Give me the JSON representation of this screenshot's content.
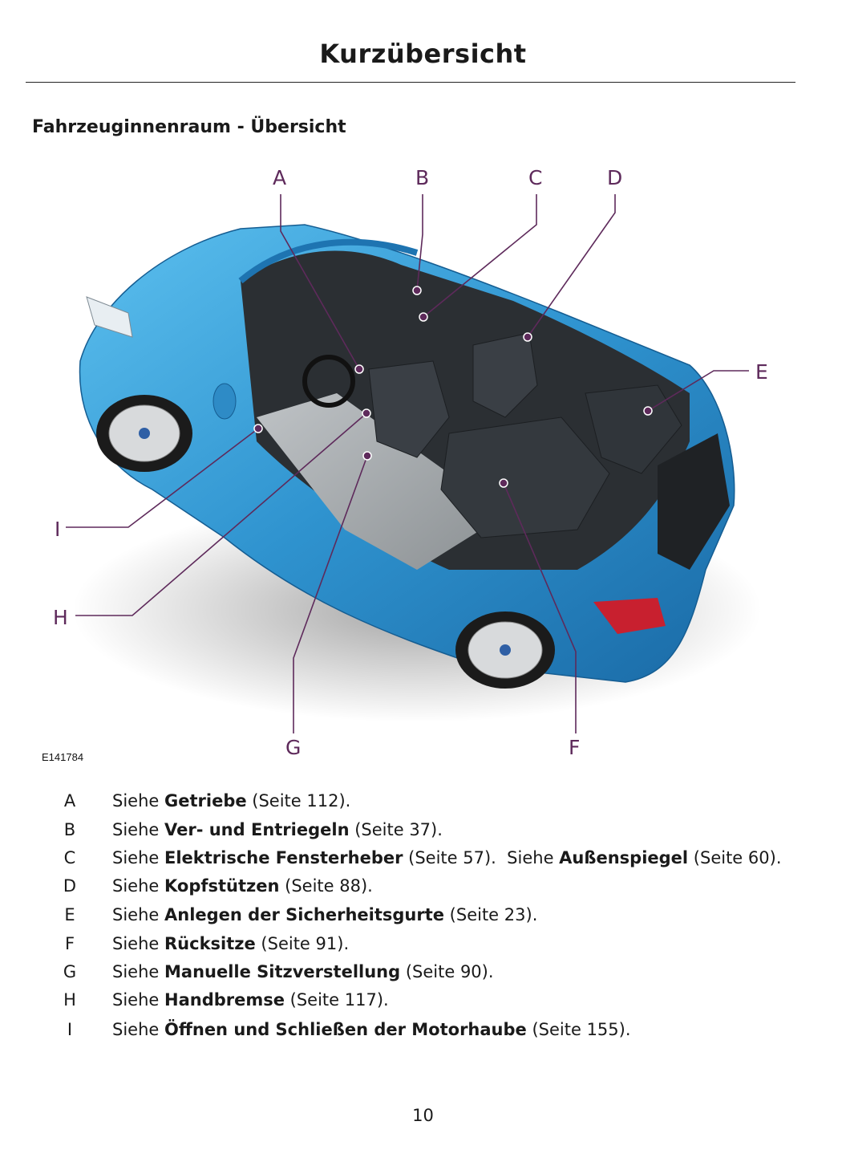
{
  "header": {
    "title": "Kurzübersicht"
  },
  "section": {
    "title": "Fahrzeuginnenraum - Übersicht"
  },
  "figure": {
    "id": "E141784",
    "callouts": [
      "A",
      "B",
      "C",
      "D",
      "E",
      "F",
      "G",
      "H",
      "I"
    ],
    "colors": {
      "car_body": "#3a9fd6",
      "interior": "#2b2f33",
      "leader": "#5e2a5b"
    }
  },
  "legend": [
    {
      "letter": "A",
      "prefix": "Siehe ",
      "topic": "Getriebe",
      "ref": " (Seite 112).",
      "prefix2": "",
      "topic2": "",
      "ref2": ""
    },
    {
      "letter": "B",
      "prefix": "Siehe ",
      "topic": "Ver- und Entriegeln",
      "ref": " (Seite 37).",
      "prefix2": "",
      "topic2": "",
      "ref2": ""
    },
    {
      "letter": "C",
      "prefix": "Siehe ",
      "topic": "Elektrische Fensterheber",
      "ref": " (Seite 57).",
      "prefix2": "  Siehe ",
      "topic2": "Außenspiegel",
      "ref2": " (Seite 60)."
    },
    {
      "letter": "D",
      "prefix": "Siehe ",
      "topic": "Kopfstützen",
      "ref": " (Seite 88).",
      "prefix2": "",
      "topic2": "",
      "ref2": ""
    },
    {
      "letter": "E",
      "prefix": "Siehe ",
      "topic": "Anlegen der Sicherheitsgurte",
      "ref": " (Seite 23).",
      "prefix2": "",
      "topic2": "",
      "ref2": ""
    },
    {
      "letter": "F",
      "prefix": "Siehe ",
      "topic": "Rücksitze",
      "ref": " (Seite 91).",
      "prefix2": "",
      "topic2": "",
      "ref2": ""
    },
    {
      "letter": "G",
      "prefix": "Siehe ",
      "topic": "Manuelle Sitzverstellung",
      "ref": " (Seite 90).",
      "prefix2": "",
      "topic2": "",
      "ref2": ""
    },
    {
      "letter": "H",
      "prefix": "Siehe ",
      "topic": "Handbremse",
      "ref": " (Seite 117).",
      "prefix2": "",
      "topic2": "",
      "ref2": ""
    },
    {
      "letter": "I",
      "prefix": "Siehe ",
      "topic": "Öffnen und Schließen der Motorhaube",
      "ref": " (Seite 155).",
      "prefix2": "",
      "topic2": "",
      "ref2": ""
    }
  ],
  "footer": {
    "page_number": "10"
  }
}
